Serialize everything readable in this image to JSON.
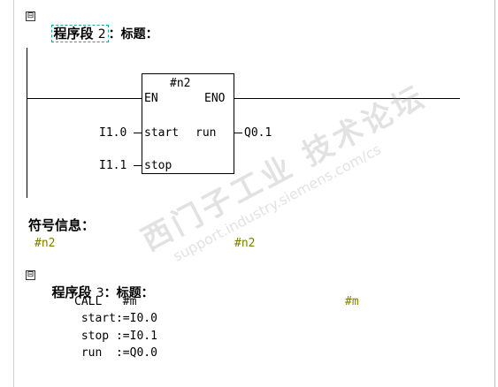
{
  "network2": {
    "collapse_glyph": "⊟",
    "label": "程序段",
    "number": "2",
    "title_label": "：标题："
  },
  "ladder": {
    "block_name": "#n2",
    "en": "EN",
    "eno": "ENO",
    "pin_start": "start",
    "pin_stop": "stop",
    "pin_run": "run",
    "input_start": "I1.0",
    "input_stop": "I1.1",
    "output_run": "Q0.1"
  },
  "symbol_info": {
    "title": "符号信息：",
    "entry_left": "#n2",
    "entry_right": "#n2"
  },
  "network3": {
    "collapse_glyph": "⊟",
    "label": "程序段",
    "number": "3",
    "title_label": "：标题："
  },
  "stl": {
    "call_line": "CALL   #m",
    "call_symbol": "#m",
    "lines": [
      " start:=I0.0",
      " stop :=I0.1",
      " run  :=Q0.0"
    ]
  },
  "watermark": {
    "cn": "西门子工业 技术论坛",
    "en": "support.industry.siemens.com/cs"
  },
  "colors": {
    "symbol_olive": "#807a00",
    "selection_border": "#22a0a0"
  }
}
